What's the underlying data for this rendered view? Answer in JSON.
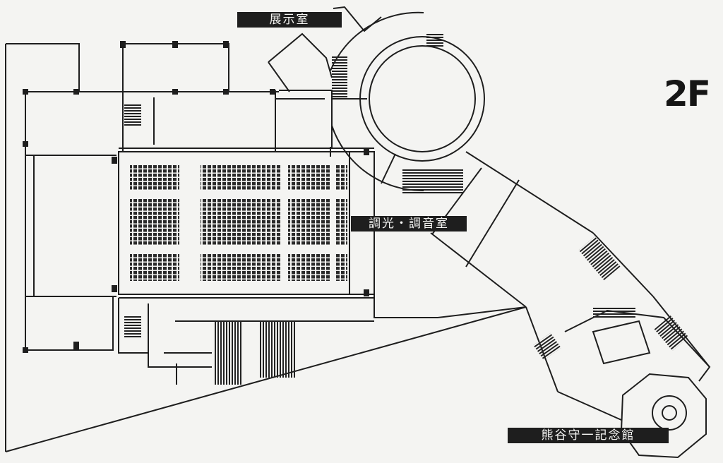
{
  "floor_label": "2F",
  "rooms": {
    "exhibition": "展示室",
    "control": "調光・調音室",
    "memorial": "熊谷守一記念館"
  },
  "colors": {
    "ink": "#1e1e1e",
    "paper": "#f4f4f2"
  }
}
